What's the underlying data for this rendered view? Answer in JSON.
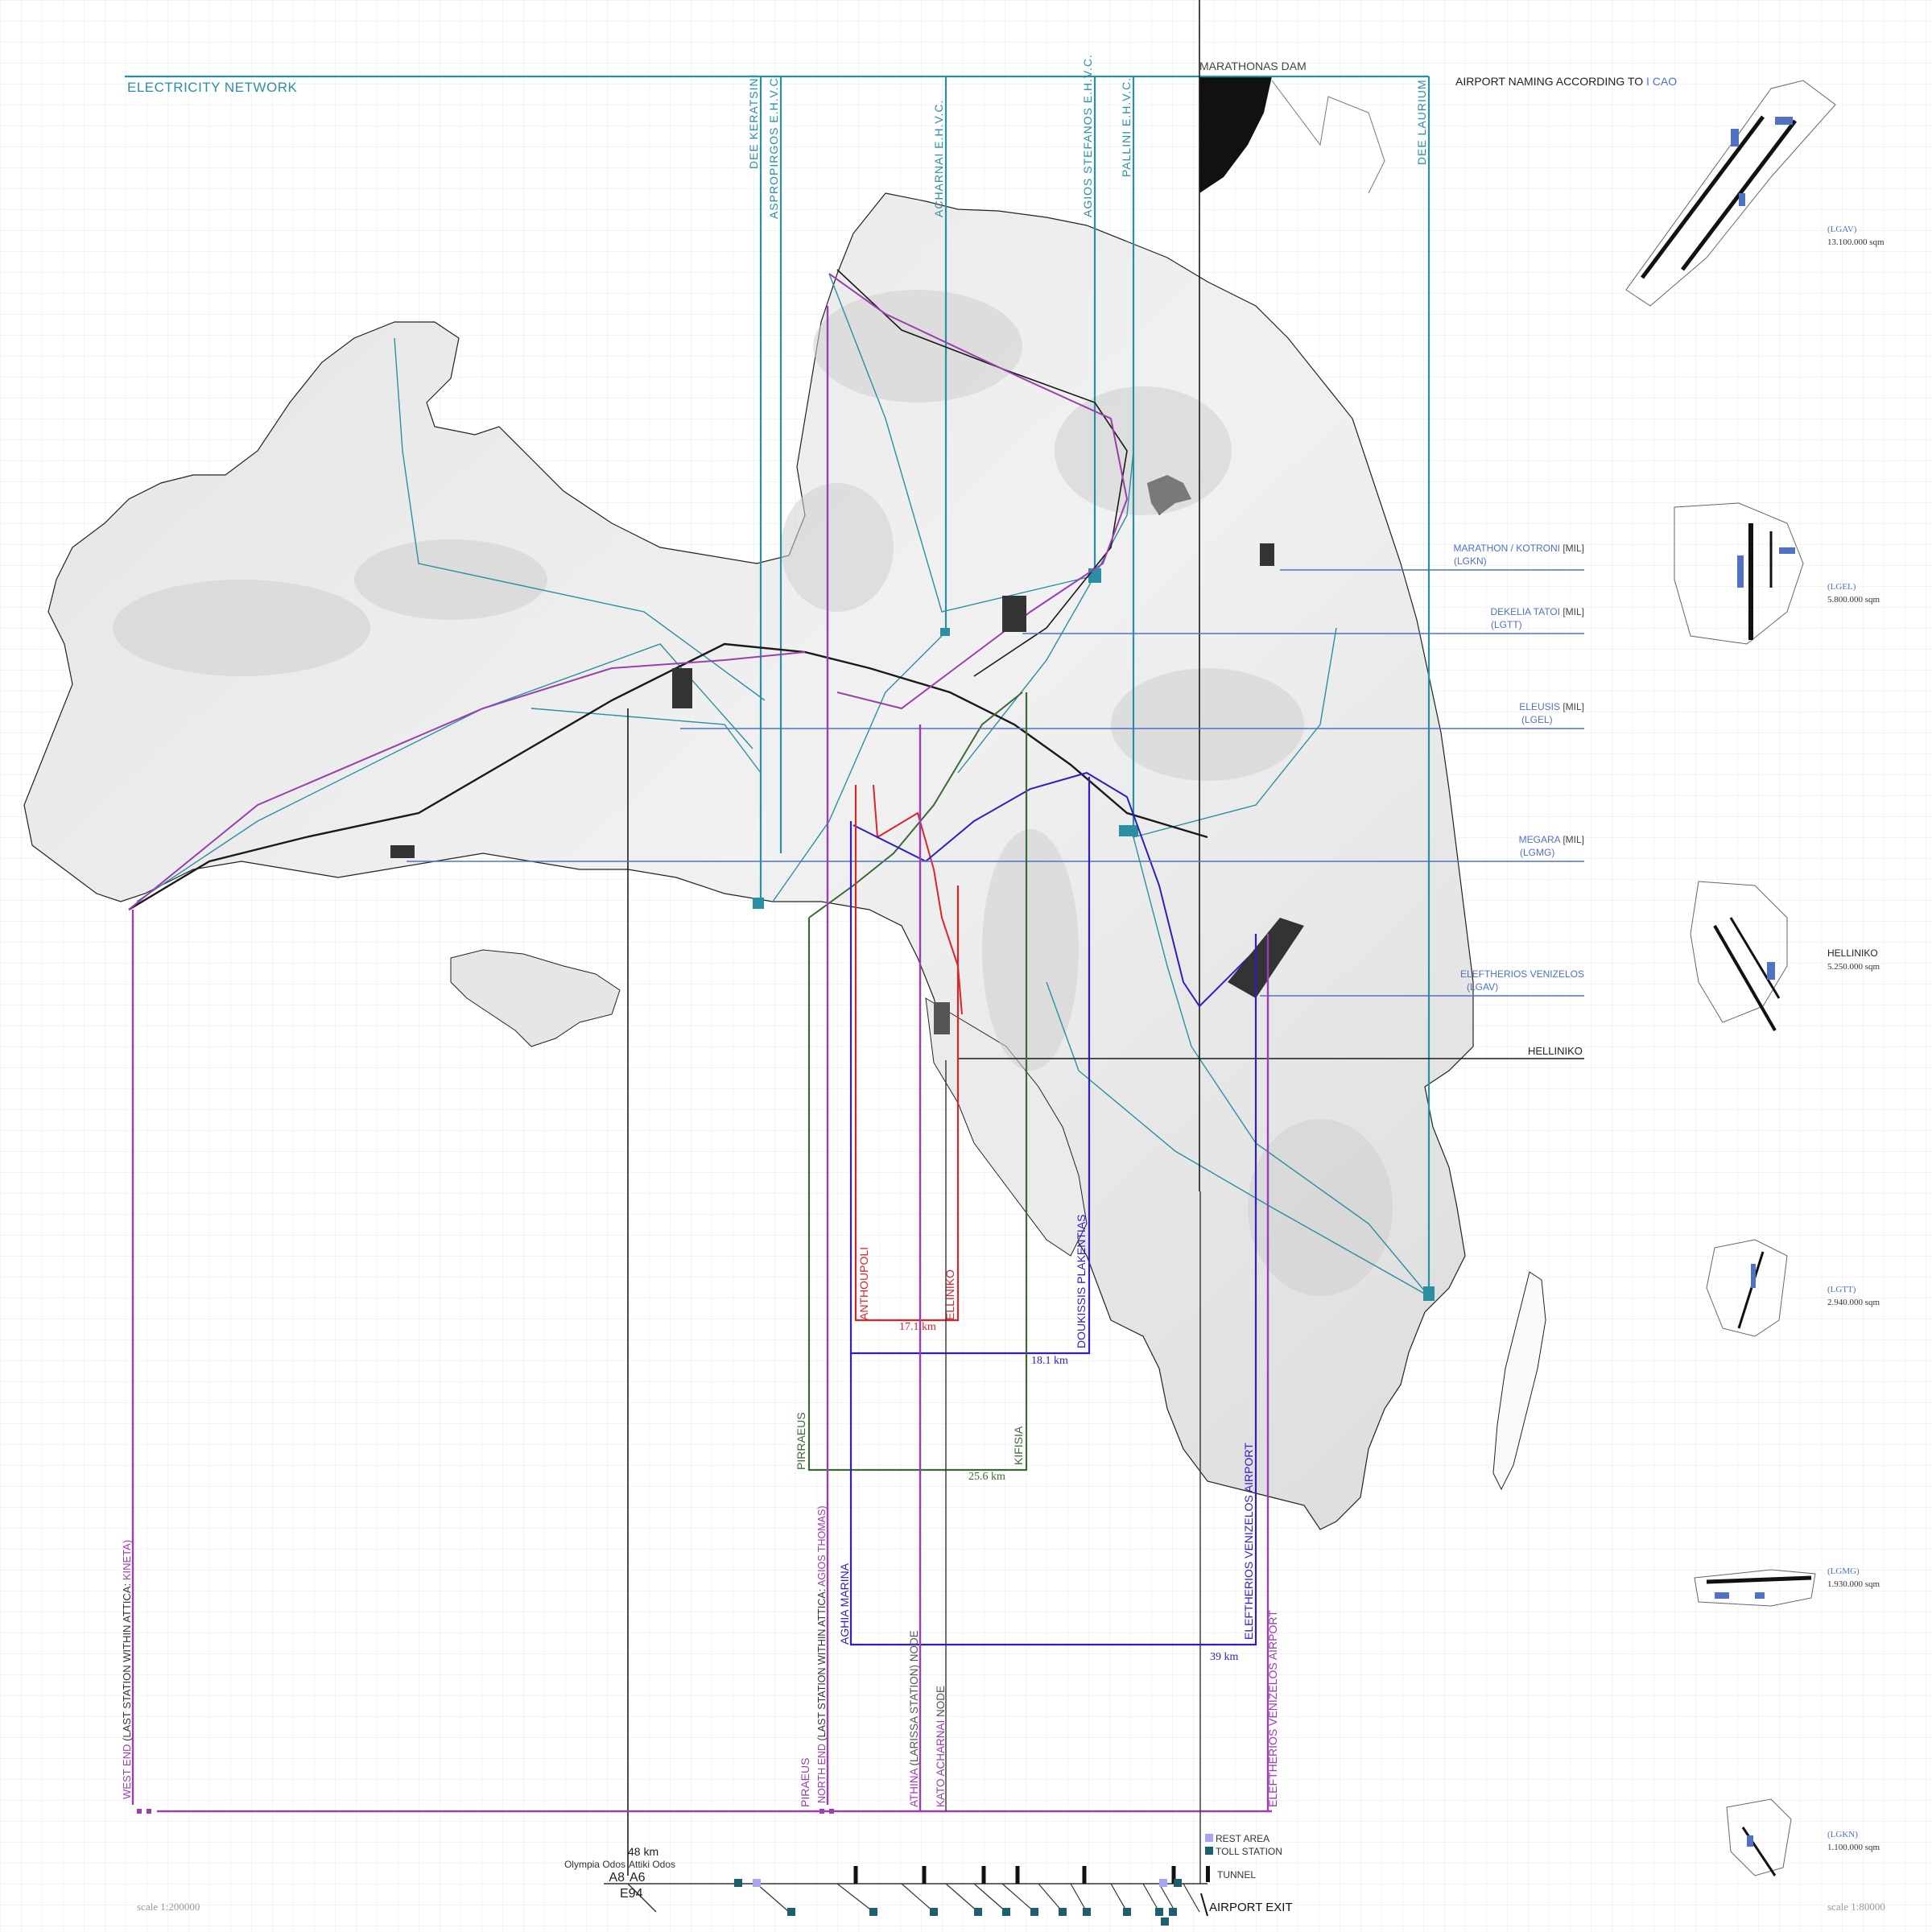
{
  "colors": {
    "electricity": "#2a8fa3",
    "icao_blue": "#4f72c4",
    "metro_red": "#d8262b",
    "metro_green": "#3b6b35",
    "metro_blue": "#2d1fc2",
    "suburban_purple": "#9b3fae",
    "dark_line": "#1a1a1a",
    "grid": "#e8e9ef",
    "rest_area": "#a8a6f2",
    "toll_station": "#1d5f6e"
  },
  "titles": {
    "electricity_network": "ELECTRICITY NETWORK",
    "airport_naming_prefix": "AIRPORT NAMING ACCORDING TO",
    "airport_naming_icao": "I CAO",
    "marathonas_dam": "MARATHONAS DAM",
    "helliniko_line": "HELLINIKO"
  },
  "substations": [
    {
      "name": "DEE KERATSINI",
      "icon": "substation-node"
    },
    {
      "name": "ASPROPIRGOS  E.H.V.C.",
      "icon": "substation-node"
    },
    {
      "name": "ACHARNAI  E.H.V.C.",
      "icon": "substation-node"
    },
    {
      "name": "AGIOS STEFANOS  E.H.V.C.",
      "icon": "substation-node"
    },
    {
      "name": "PALLINI  E.H.V.C.",
      "icon": "substation-node"
    },
    {
      "name": "DEE LAURIUM",
      "icon": "substation-node"
    }
  ],
  "airport_labels": [
    {
      "name": "MARATHON / KOTRONI",
      "tag": "[MIL]",
      "code": "(LGKN)"
    },
    {
      "name": "DEKELIA TATOI",
      "tag": "[MIL]",
      "code": "(LGTT)"
    },
    {
      "name": "ELEUSIS",
      "tag": "[MIL]",
      "code": "(LGEL)"
    },
    {
      "name": "MEGARA",
      "tag": "[MIL]",
      "code": "(LGMG)"
    },
    {
      "name": "ELEFTHERIOS  VENIZELOS",
      "tag": "",
      "code": "(LGAV)"
    }
  ],
  "airport_plans": [
    {
      "code": "(LGAV)",
      "area": "13.100.000 sqm"
    },
    {
      "code": "(LGEL)",
      "area": "5.800.000 sqm"
    },
    {
      "code": "HELLINIKO",
      "area": "5.250.000 sqm"
    },
    {
      "code": "(LGTT)",
      "area": "2.940.000 sqm"
    },
    {
      "code": "(LGMG)",
      "area": "1.930.000 sqm"
    },
    {
      "code": "(LGKN)",
      "area": "1.100.000 sqm"
    }
  ],
  "metro_lines": [
    {
      "line": "red",
      "from": "ANTHOUPOLI",
      "to": "ELLINIKO",
      "length": "17.1 km"
    },
    {
      "line": "blue",
      "from": "AGHIA MARINA",
      "to": "DOUKISSIS PLAKENTIAS",
      "length": "18.1 km"
    },
    {
      "line": "green",
      "from": "PIRRAEUS",
      "to": "KIFISIA",
      "length": "25.6 km"
    },
    {
      "line": "blue",
      "from": "AGHIA MARINA",
      "to": "ELEFTHERIOS  VENIZELOS AIRPORT",
      "length": "39 km"
    }
  ],
  "suburban_labels": {
    "west_end_a": "WEST END ",
    "west_end_b": "(LAST STATION WITHIN ATTICA: ",
    "west_end_c": "KINETA)",
    "north_end_a": "NORTH END ",
    "north_end_b": "(LAST STATION WITHIN ATTICA: ",
    "north_end_c": "AGIOS THOMAS)",
    "piraeus": "PIRAEUS",
    "athina_a": "ATHINA ",
    "athina_b": "(LARISSA STATION) NODE",
    "kato_a": "KATO ACHARNAI ",
    "kato_b": "NODE",
    "airport": "ELEFTHERIOS  VENIZELOS AIRPORT"
  },
  "motorway": {
    "length": "48 km",
    "olympia": "Olympia Odos",
    "attiki": "Attiki Odos",
    "a8": "A8",
    "a6": "A6",
    "e94": "E94",
    "legend_rest": "REST AREA",
    "legend_toll": "TOLL STATION",
    "legend_tunnel": "TUNNEL",
    "airport_exit": "AIRPORT EXIT"
  },
  "scales": {
    "left": "scale  1:200000",
    "right": "scale  1:80000"
  }
}
